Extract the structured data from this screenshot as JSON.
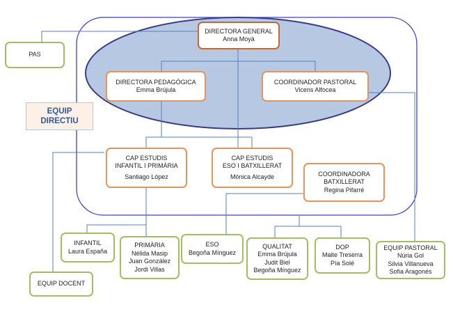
{
  "directora_general": {
    "title": "DIRECTORA GENERAL",
    "name": "Anna Moyà"
  },
  "directora_pedagogica": {
    "title": "DIRECTORA PEDAGÓGICA",
    "name": "Emma Brújula"
  },
  "coordinador_pastoral": {
    "title": "COORDINADOR PASTORAL",
    "name": "Vicens Alfocea"
  },
  "pas": {
    "title": "PAS"
  },
  "equip_directiu": {
    "line1": "EQUIP",
    "line2": "DIRECTIU"
  },
  "cap_estudis_infantil": {
    "line1": "CAP ESTUDIS",
    "line2": "INFANTIL I PRIMÀRIA",
    "name": "Santiago López"
  },
  "cap_estudis_eso": {
    "line1": "CAP ESTUDIS",
    "line2": "ESO I BATXILLERAT",
    "name": "Mònica Alcayde"
  },
  "coordinadora_batxillerat": {
    "line1": "COORDINADORA",
    "line2": "BATXILLERAT",
    "name": "Regina Pifarré"
  },
  "infantil": {
    "title": "INFANTIL",
    "names": [
      "Laura España"
    ]
  },
  "primaria": {
    "title": "PRIMÀRIA",
    "names": [
      "Nélida Masip",
      "Juan González",
      "Jordi Villas"
    ]
  },
  "eso": {
    "title": "ESO",
    "names": [
      "Begoña Mínguez"
    ]
  },
  "qualitat": {
    "title": "QUALITAT",
    "names": [
      "Emma Brújula",
      "Judit Biel",
      "Begoña Mínguez"
    ]
  },
  "dop": {
    "title": "DOP",
    "names": [
      "Maite Treserra",
      "Pía Solé"
    ]
  },
  "equip_pastoral": {
    "title": "EQUIP PASTORAL",
    "names": [
      "Núria Gol",
      "Silvia Villanueva",
      "Sofia Aragonés"
    ]
  },
  "equip_docent": {
    "title": "EQUIP DOCENT"
  },
  "colors": {
    "connector": "#4f81bd",
    "frame": "#3f3fd6",
    "ellipse_fill": "#b7c9e2",
    "ellipse_stroke": "#3a3a8c",
    "orange_border": "#e8935a",
    "green_border": "#a1bf5f",
    "equip_text": "#2d5a9e",
    "equip_fill": "#fdf0e6"
  }
}
